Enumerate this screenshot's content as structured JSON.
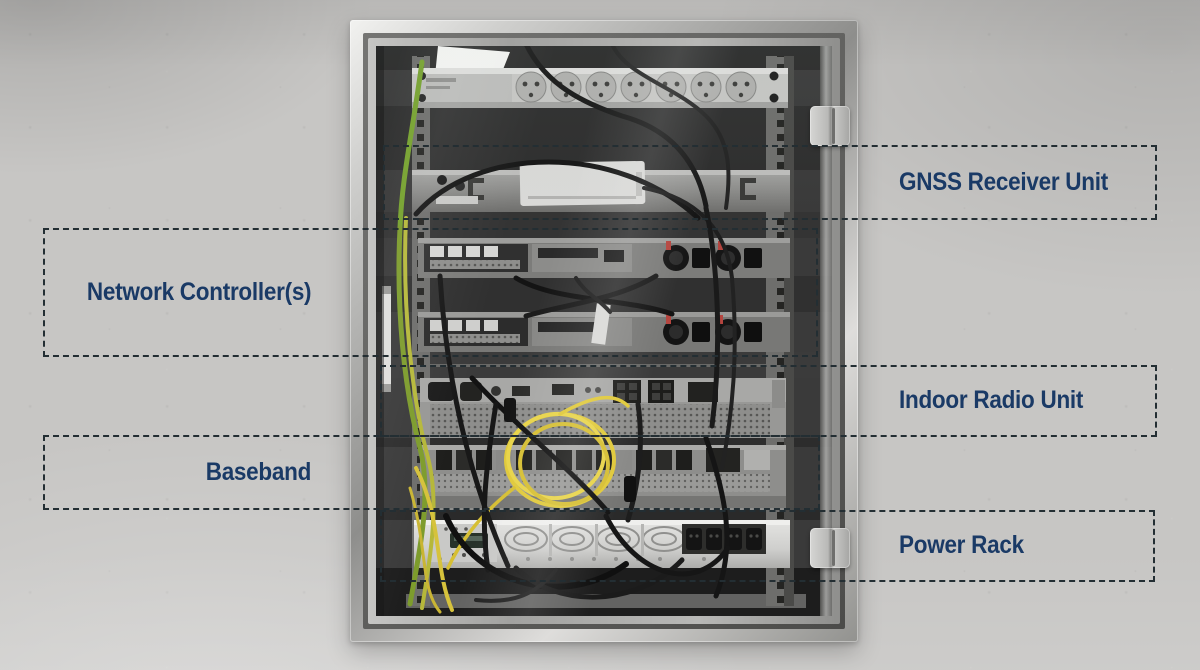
{
  "annotation": {
    "text_color": "#1a3a66",
    "dash_color": "#232e33",
    "callouts": [
      {
        "id": "gnss-receiver-unit",
        "label": "GNSS Receiver Unit",
        "side": "right"
      },
      {
        "id": "network-controllers",
        "label": "Network Controller(s)",
        "side": "left"
      },
      {
        "id": "indoor-radio-unit",
        "label": "Indoor Radio Unit",
        "side": "right"
      },
      {
        "id": "baseband",
        "label": "Baseband",
        "side": "left"
      },
      {
        "id": "power-rack",
        "label": "Power Rack",
        "side": "right"
      }
    ]
  },
  "photo": {
    "visible_equipment": [
      "power-strip-with-sockets",
      "gnss-receiver-shelf",
      "network-controller-server-1",
      "network-controller-server-2",
      "indoor-radio-unit",
      "baseband-unit",
      "power-rack-unit",
      "yellow-fiber-coil",
      "grounding-cables",
      "door-hinges"
    ]
  }
}
